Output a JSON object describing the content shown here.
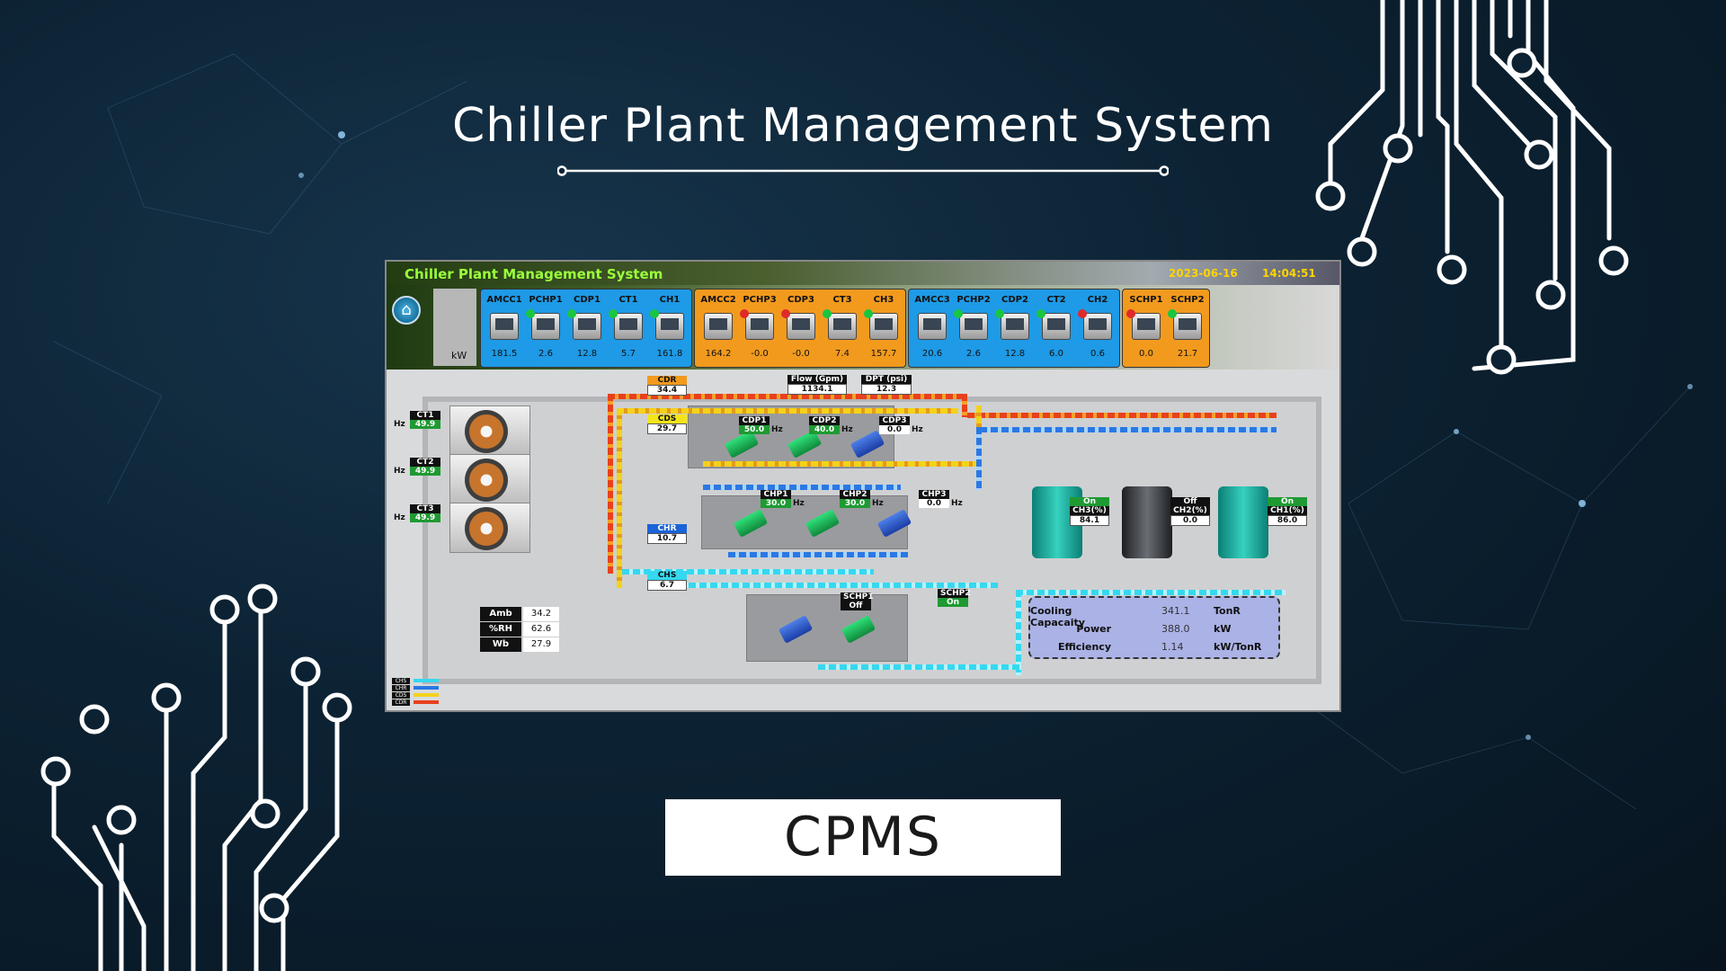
{
  "slide": {
    "title": "Chiller Plant Management System",
    "caption": "CPMS"
  },
  "hmi": {
    "title": "Chiller Plant Management System",
    "date": "2023-06-16",
    "time": "14:04:51",
    "home_icon": "home-icon",
    "unit_label": "kW",
    "meter_groups": [
      {
        "color": "#1e9ae6",
        "meters": [
          {
            "name": "AMCC1",
            "value": "181.5",
            "led": "none"
          },
          {
            "name": "PCHP1",
            "value": "2.6",
            "led": "#19c640"
          },
          {
            "name": "CDP1",
            "value": "12.8",
            "led": "#19c640"
          },
          {
            "name": "CT1",
            "value": "5.7",
            "led": "#19c640"
          },
          {
            "name": "CH1",
            "value": "161.8",
            "led": "#19c640"
          }
        ]
      },
      {
        "color": "#f29a1d",
        "meters": [
          {
            "name": "AMCC2",
            "value": "164.2",
            "led": "none"
          },
          {
            "name": "PCHP3",
            "value": "-0.0",
            "led": "#e02a2a"
          },
          {
            "name": "CDP3",
            "value": "-0.0",
            "led": "#e02a2a"
          },
          {
            "name": "CT3",
            "value": "7.4",
            "led": "#19c640"
          },
          {
            "name": "CH3",
            "value": "157.7",
            "led": "#19c640"
          }
        ]
      },
      {
        "color": "#1e9ae6",
        "meters": [
          {
            "name": "AMCC3",
            "value": "20.6",
            "led": "none"
          },
          {
            "name": "PCHP2",
            "value": "2.6",
            "led": "#19c640"
          },
          {
            "name": "CDP2",
            "value": "12.8",
            "led": "#19c640"
          },
          {
            "name": "CT2",
            "value": "6.0",
            "led": "#19c640"
          },
          {
            "name": "CH2",
            "value": "0.6",
            "led": "#e02a2a"
          }
        ]
      },
      {
        "color": "#f29a1d",
        "meters": [
          {
            "name": "SCHP1",
            "value": "0.0",
            "led": "#e02a2a"
          },
          {
            "name": "SCHP2",
            "value": "21.7",
            "led": "#19c640"
          }
        ]
      }
    ],
    "schematic": {
      "cdr": {
        "label": "CDR",
        "value": "34.4"
      },
      "cds": {
        "label": "CDS",
        "value": "29.7"
      },
      "chr": {
        "label": "CHR",
        "value": "10.7"
      },
      "chs": {
        "label": "CHS",
        "value": "6.7"
      },
      "flow": {
        "label": "Flow (Gpm)",
        "value": "1134.1"
      },
      "dpt": {
        "label": "DPT (psi)",
        "value": "12.3"
      },
      "towers": [
        {
          "name": "CT1",
          "hz": "49.9",
          "unit": "Hz"
        },
        {
          "name": "CT2",
          "hz": "49.9",
          "unit": "Hz"
        },
        {
          "name": "CT3",
          "hz": "49.9",
          "unit": "Hz"
        }
      ],
      "cond_pumps": [
        {
          "name": "CDP1",
          "hz": "50.0",
          "unit": "Hz"
        },
        {
          "name": "CDP2",
          "hz": "40.0",
          "unit": "Hz"
        },
        {
          "name": "CDP3",
          "hz": "0.0",
          "unit": "Hz"
        }
      ],
      "chw_pumps": [
        {
          "name": "CHP1",
          "hz": "30.0",
          "unit": "Hz"
        },
        {
          "name": "CHP2",
          "hz": "30.0",
          "unit": "Hz"
        },
        {
          "name": "CHP3",
          "hz": "0.0",
          "unit": "Hz"
        }
      ],
      "sec_pumps": [
        {
          "name": "SCHP1",
          "state": "Off"
        },
        {
          "name": "SCHP2",
          "state": "On"
        }
      ],
      "chillers": [
        {
          "name": "CH3(%)",
          "state": "On",
          "value": "84.1"
        },
        {
          "name": "CH2(%)",
          "state": "Off",
          "value": "0.0"
        },
        {
          "name": "CH1(%)",
          "state": "On",
          "value": "86.0"
        }
      ],
      "ambient": [
        {
          "key": "Amb",
          "value": "34.2"
        },
        {
          "key": "%RH",
          "value": "62.6"
        },
        {
          "key": "Wb",
          "value": "27.9"
        }
      ],
      "performance": [
        {
          "label": "Cooling Capacaity",
          "value": "341.1",
          "unit": "TonR"
        },
        {
          "label": "Power",
          "value": "388.0",
          "unit": "kW"
        },
        {
          "label": "Efficiency",
          "value": "1.14",
          "unit": "kW/TonR"
        }
      ],
      "legend": [
        {
          "key": "CHS",
          "color": "#35d8ef"
        },
        {
          "key": "CHR",
          "color": "#2b78e4"
        },
        {
          "key": "CDS",
          "color": "#f4d21a"
        },
        {
          "key": "CDR",
          "color": "#e8401c"
        }
      ]
    }
  }
}
